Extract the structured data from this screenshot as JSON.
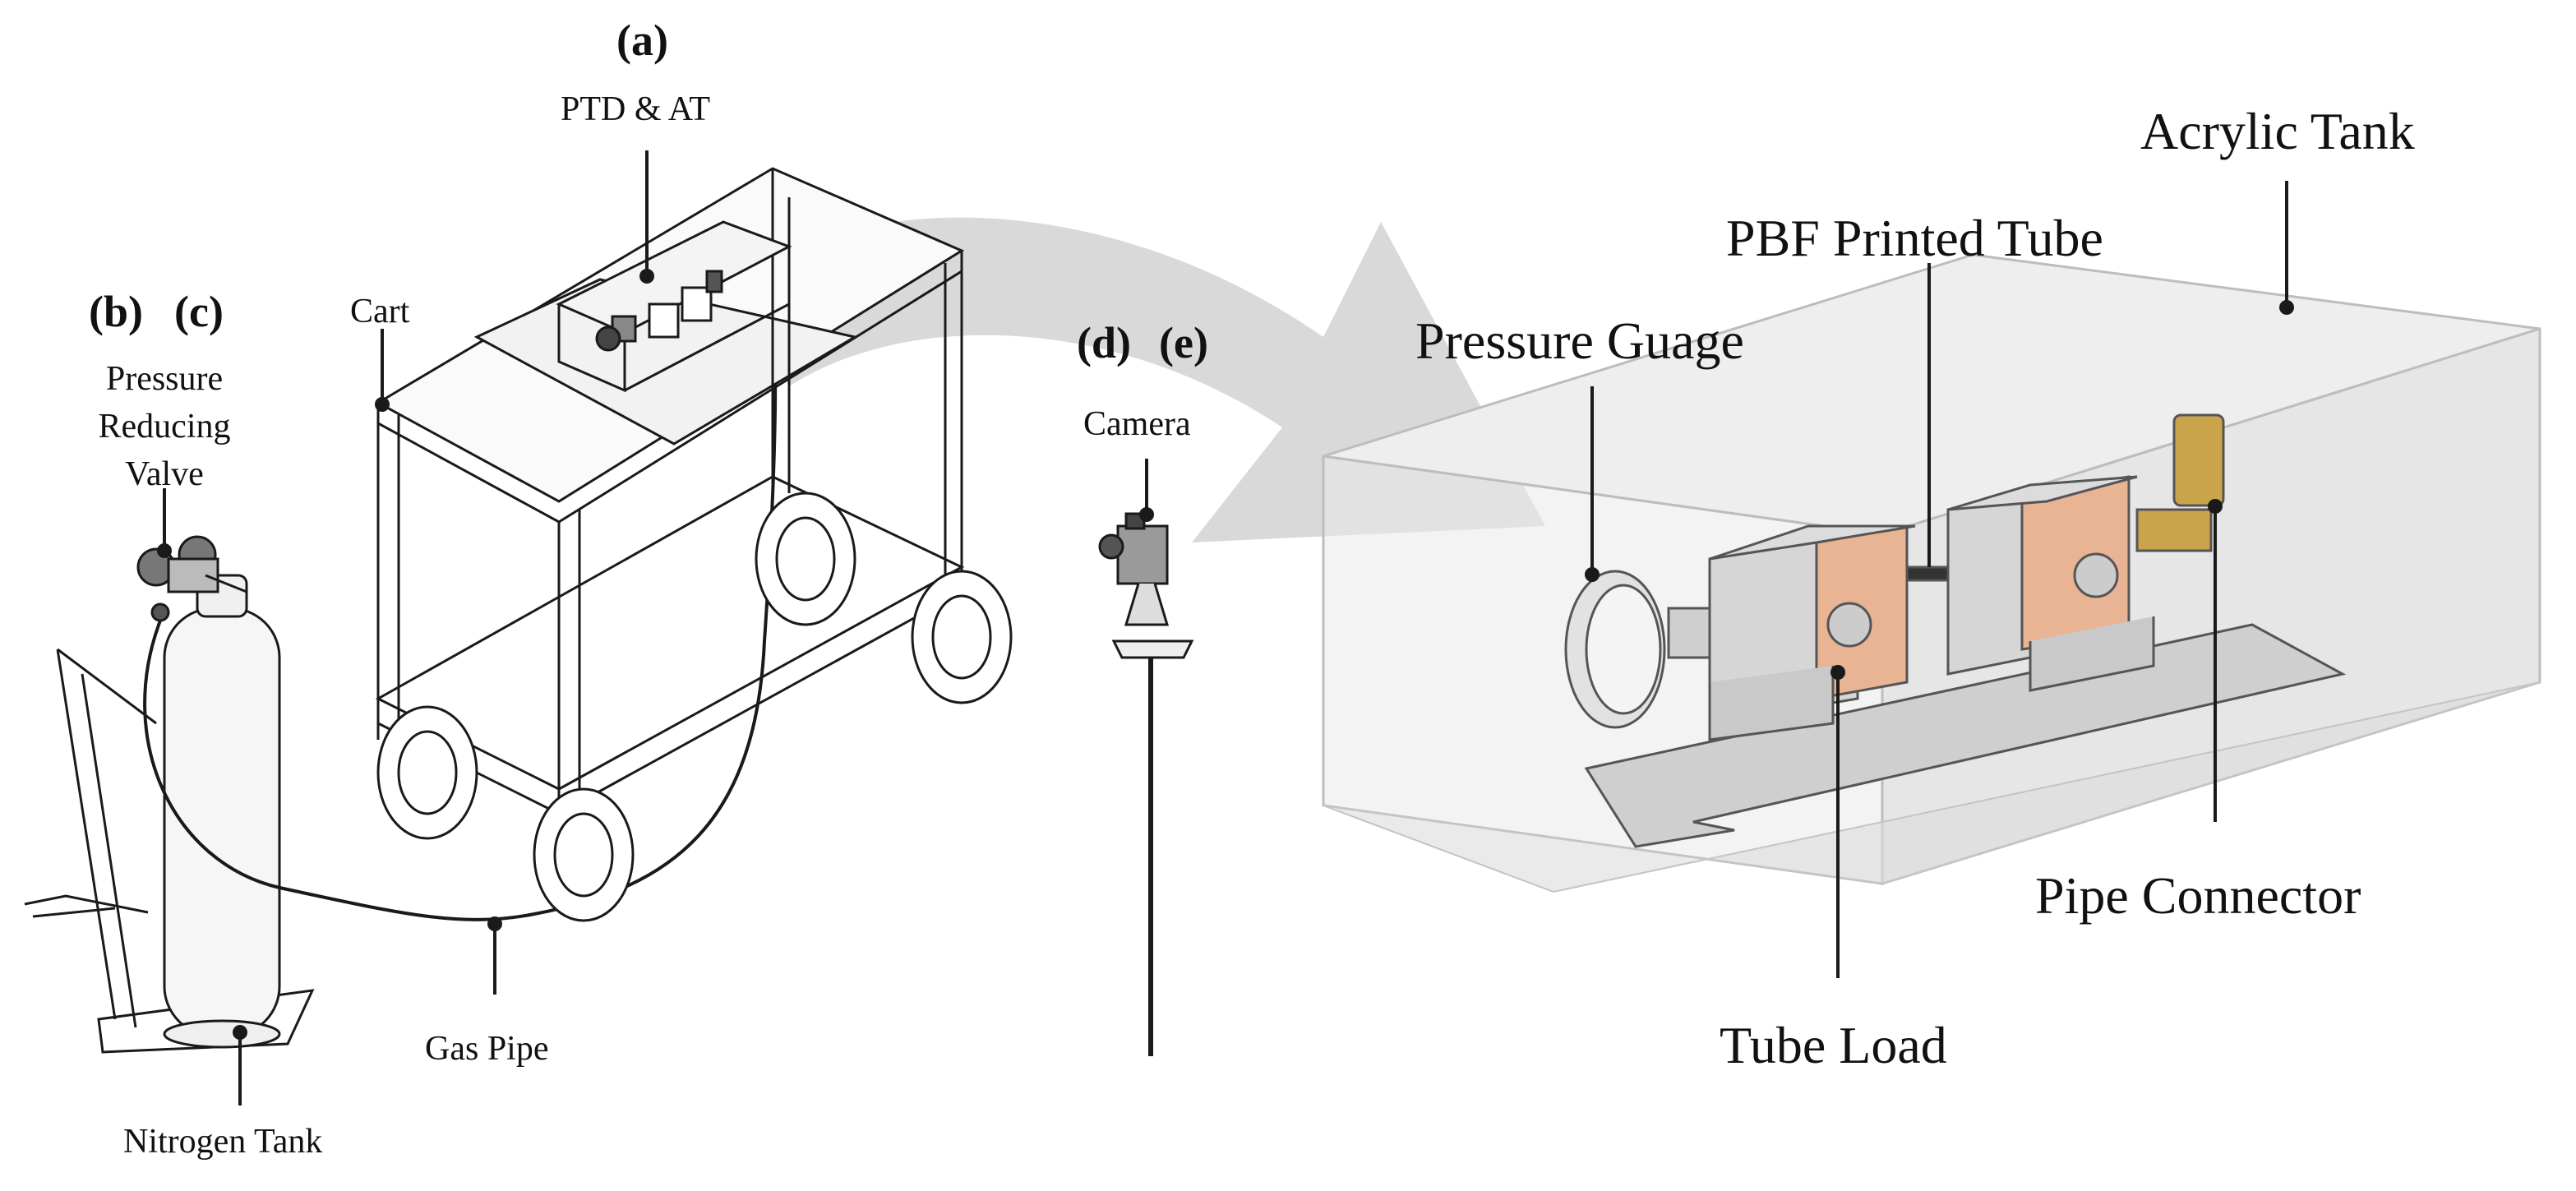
{
  "panels": {
    "a": "(a)",
    "b": "(b)",
    "c": "(c)",
    "d": "(d)",
    "e": "(e)"
  },
  "labels": {
    "ptd_at": "PTD & AT",
    "cart": "Cart",
    "pressure_reducing_valve": [
      "Pressure",
      "Reducing",
      "Valve"
    ],
    "camera": "Camera",
    "gas_pipe": "Gas Pipe",
    "nitrogen_tank": "Nitrogen Tank",
    "acrylic_tank": "Acrylic Tank",
    "pbf_printed_tube": "PBF Printed Tube",
    "pressure_guage": "Pressure Guage",
    "pipe_connector": "Pipe Connector",
    "tube_load": "Tube Load"
  },
  "colors": {
    "line": "#1a1a1a",
    "arrow": "#d9d9d9",
    "tank_fill": "#e9e9e9",
    "tank_edge": "#bdbdbd",
    "load_block": "#e8b494",
    "metal": "#c9c9c9",
    "brass": "#c9a44a"
  }
}
